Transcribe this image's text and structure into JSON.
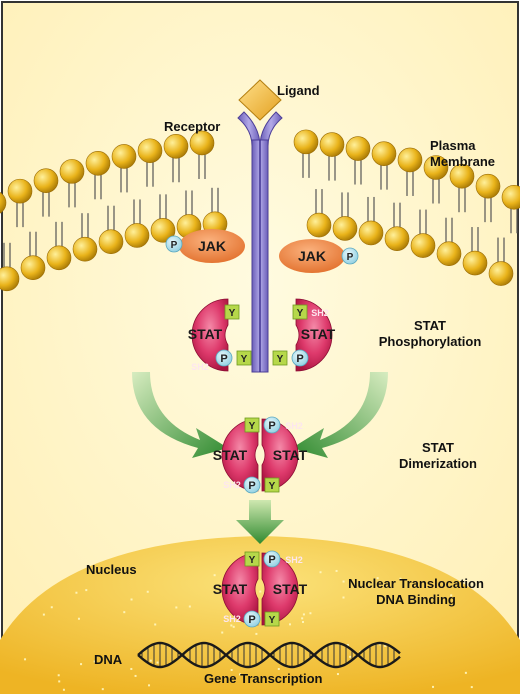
{
  "labels": {
    "ligand": "Ligand",
    "receptor": "Receptor",
    "plasma_membrane_1": "Plasma",
    "plasma_membrane_2": "Membrane",
    "jak": "JAK",
    "p": "P",
    "y": "Y",
    "stat": "STAT",
    "sh2": "SH2",
    "stat_phosphorylation_1": "STAT",
    "stat_phosphorylation_2": "Phosphorylation",
    "stat_dimerization_1": "STAT",
    "stat_dimerization_2": "Dimerization",
    "nucleus": "Nucleus",
    "nuclear_translocation": "Nuclear Translocation",
    "dna_binding": "DNA Binding",
    "dna": "DNA",
    "gene_transcription": "Gene Transcription"
  },
  "colors": {
    "background": "#fff6c9",
    "nucleus": "#f6c93c",
    "lipid_head": "#e9b31a",
    "receptor": "#8b7fd0",
    "ligand": "#f1b63a",
    "jak": "#f08a4b",
    "stat": "#d82b63",
    "tyrosine_box": "#b6d84a",
    "phosphate": "#a6dbe8",
    "arrow": "#3f9a3b"
  }
}
